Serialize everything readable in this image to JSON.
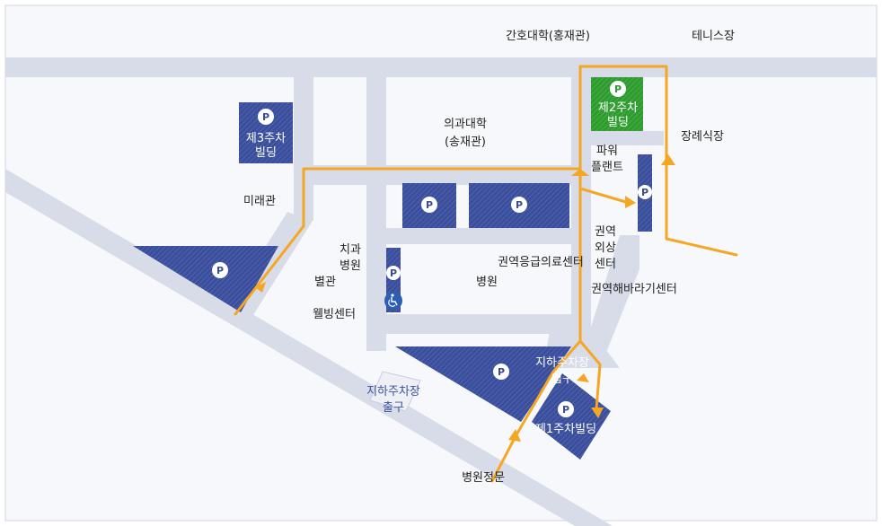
{
  "labels": {
    "nursing_college": "간호대학(홍재관)",
    "tennis_court": "테니스장",
    "medical_college_1": "의과대학",
    "medical_college_2": "(송재관)",
    "funeral_hall": "장례식장",
    "power_plant_1": "파워",
    "power_plant_2": "플랜트",
    "mirae_hall": "미래관",
    "dental_1": "치과",
    "dental_2": "병원",
    "annex": "별관",
    "wellbeing_center": "웰빙센터",
    "regional_emergency_center": "권역응급의료센터",
    "hospital": "병원",
    "trauma_1": "권역",
    "trauma_2": "외상",
    "trauma_3": "센터",
    "sunflower_center": "권역해바라기센터",
    "underground_entrance_1": "지하주차장",
    "underground_entrance_2": "입구",
    "underground_exit_1": "지하주차장",
    "underground_exit_2": "출구",
    "parking1_building": "제1주차빌딩",
    "parking2_building_1": "제2주차",
    "parking2_building_2": "빌딩",
    "parking3_building_1": "제3주차",
    "parking3_building_2": "빌딩",
    "main_gate": "병원정문",
    "parking_symbol": "P"
  },
  "colors": {
    "road": "#d8dce8",
    "parking_fill": "#3a4e9c",
    "parking2_fill": "#3aa83a",
    "route": "#f5a623",
    "border": "#cfd3dc",
    "accessible_badge": "#2c5fb4"
  },
  "icons": {
    "parking": "parking-p-icon",
    "accessible": "wheelchair-icon",
    "route_arrow": "arrow-icon"
  }
}
